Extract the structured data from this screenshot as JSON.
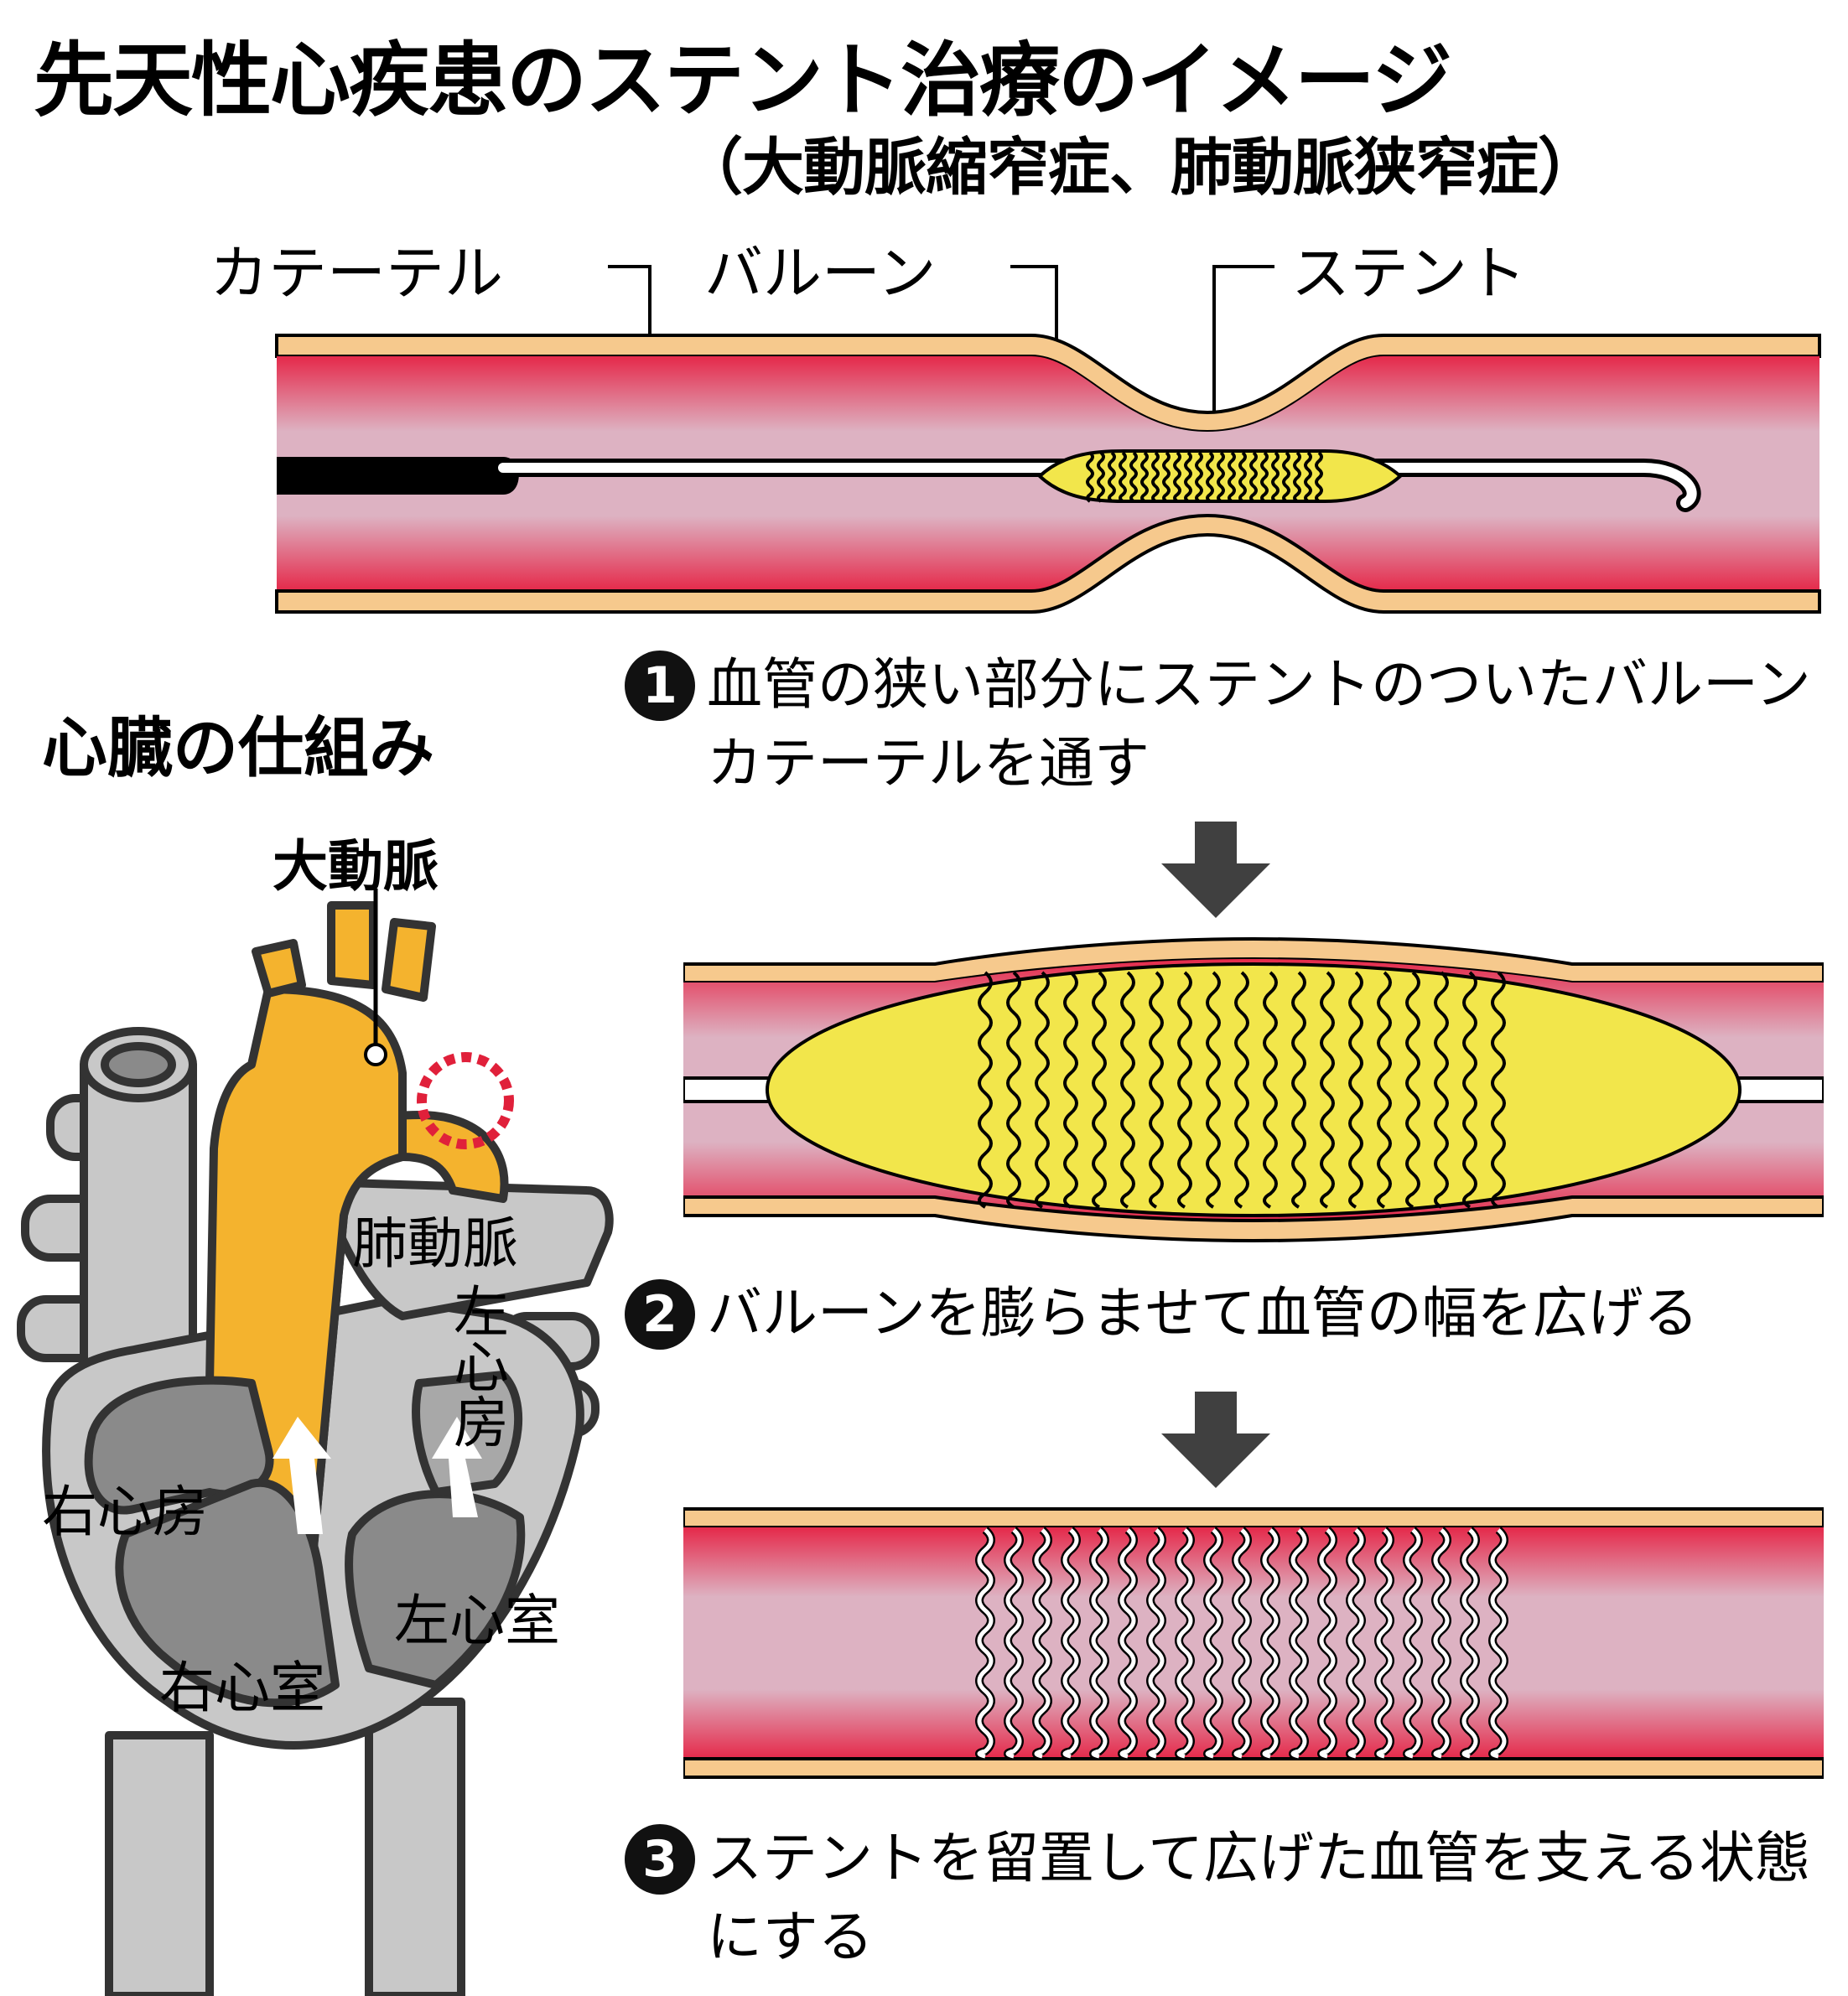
{
  "title": "先天性心疾患のステント治療のイメージ",
  "subtitle": "（大動脈縮窄症、肺動脈狭窄症）",
  "callouts": {
    "catheter": "カテーテル",
    "balloon": "バルーン",
    "stent": "ステント"
  },
  "heart": {
    "section_title": "心臓の仕組み",
    "aorta": "大動脈",
    "pulmonary_artery": "肺動脈",
    "left_atrium": "左心房",
    "right_atrium": "右心房",
    "left_ventricle": "左心室",
    "right_ventricle": "右心室"
  },
  "steps": [
    {
      "number": "1",
      "text": "血管の狭い部分にステントのついたバルーンカテーテルを通す"
    },
    {
      "number": "2",
      "text": "バルーンを膨らませて血管の幅を広げる"
    },
    {
      "number": "3",
      "text": "ステントを留置して広げた血管を支える状態にする"
    }
  ],
  "colors": {
    "vessel_red": "#e5294a",
    "vessel_pink": "#ddb2c2",
    "vessel_wall": "#f6c98d",
    "balloon_yellow": "#f2e64b",
    "aorta_orange": "#f4b32e",
    "heart_gray": "#c8c8c8",
    "heart_dark": "#8a8a8a",
    "arrow_gray": "#404040",
    "highlight_red": "#e0203a"
  }
}
